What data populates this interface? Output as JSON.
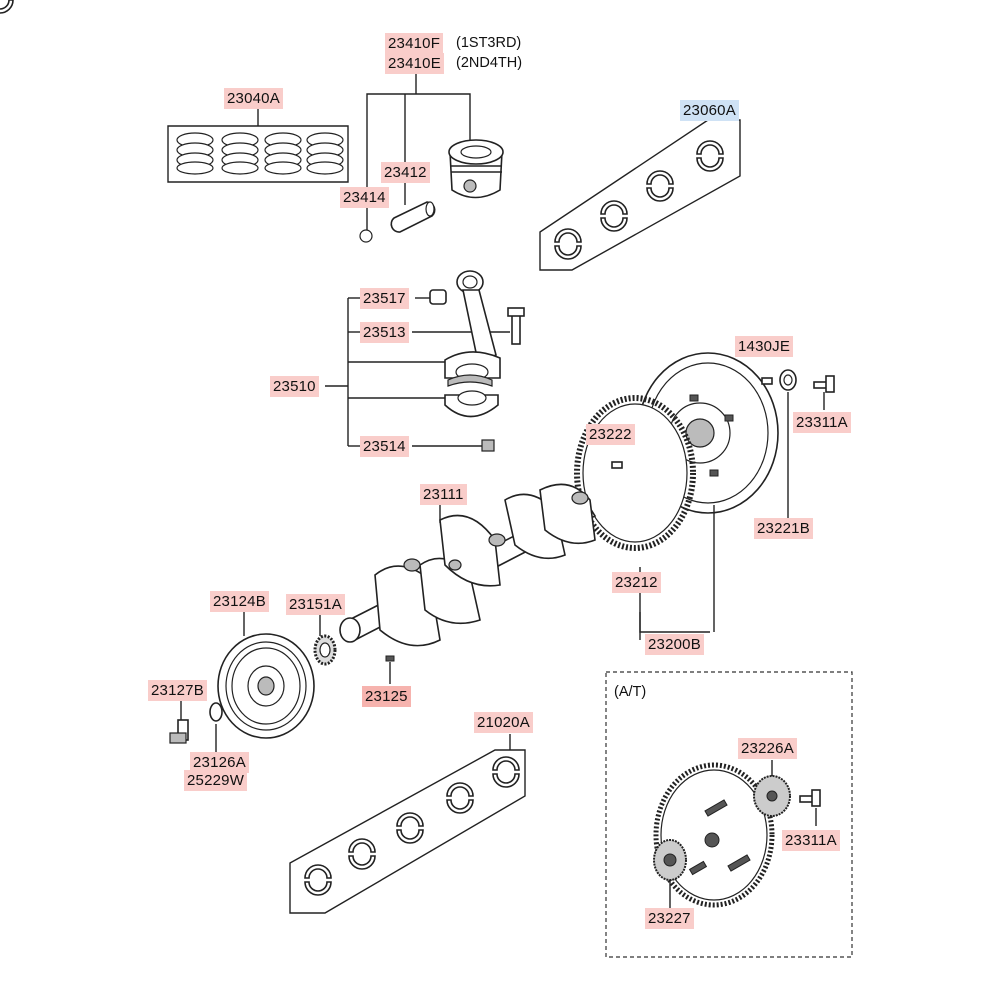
{
  "diagram": {
    "labels": {
      "p23410F": "23410F",
      "p23410F_note": "(1ST3RD)",
      "p23410E": "23410E",
      "p23410E_note": "(2ND4TH)",
      "p23040A": "23040A",
      "p23060A": "23060A",
      "p23412": "23412",
      "p23414": "23414",
      "p23517": "23517",
      "p23513": "23513",
      "p23510": "23510",
      "p23514": "23514",
      "p1430JE": "1430JE",
      "p23311A_top": "23311A",
      "p23222": "23222",
      "p23221B": "23221B",
      "p23111": "23111",
      "p23212": "23212",
      "p23200B": "23200B",
      "p23124B": "23124B",
      "p23151A": "23151A",
      "p23127B": "23127B",
      "p23125": "23125",
      "p23126A": "23126A",
      "p25229W": "25229W",
      "p21020A": "21020A",
      "at_note": "(A/T)",
      "p23226A": "23226A",
      "p23311A_at": "23311A",
      "p23227": "23227"
    }
  }
}
